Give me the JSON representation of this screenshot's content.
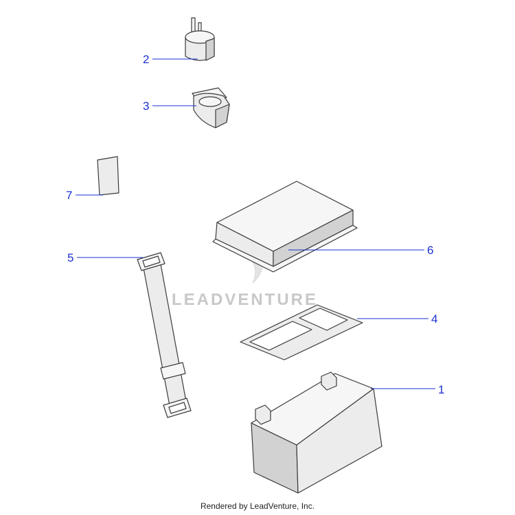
{
  "diagram": {
    "callouts": [
      {
        "id": "2",
        "label": "2"
      },
      {
        "id": "3",
        "label": "3"
      },
      {
        "id": "7",
        "label": "7"
      },
      {
        "id": "5",
        "label": "5"
      },
      {
        "id": "6",
        "label": "6"
      },
      {
        "id": "4",
        "label": "4"
      },
      {
        "id": "1",
        "label": "1"
      }
    ],
    "watermark": "LEADVENTURE",
    "footer": "Rendered by LeadVenture, Inc.",
    "colors": {
      "callout": "#1a2fd0",
      "outline": "#3a3a3a",
      "part_fill": "#ececec",
      "watermark": "#c8c8c8"
    }
  }
}
